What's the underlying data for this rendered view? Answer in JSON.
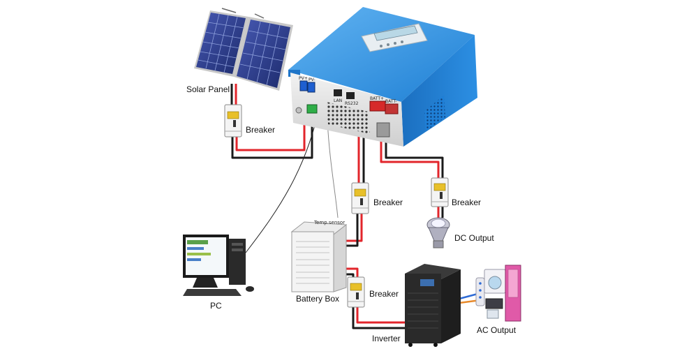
{
  "labels": {
    "solar_panel": "Solar Panel",
    "breaker_1": "Breaker",
    "breaker_2": "Breaker",
    "breaker_3": "Breaker",
    "breaker_4": "Breaker",
    "pc": "PC",
    "battery_box": "Battery Box",
    "temp_sensor": "Temp.sensor",
    "inverter": "Inverter",
    "dc_output": "DC Output",
    "ac_output": "AC Output"
  },
  "controller": {
    "ports": {
      "pv_pos": "PV+",
      "pv_neg": "PV-",
      "lan": "LAN",
      "rs232": "RS232",
      "batt_pos": "BATT+",
      "batt_neg": "BATT-"
    }
  },
  "colors": {
    "positive_wire": "#e2252b",
    "negative_wire": "#1a1a1a",
    "controller_body": "#1f7fd6",
    "panel_cells": "#2b3f8f"
  }
}
